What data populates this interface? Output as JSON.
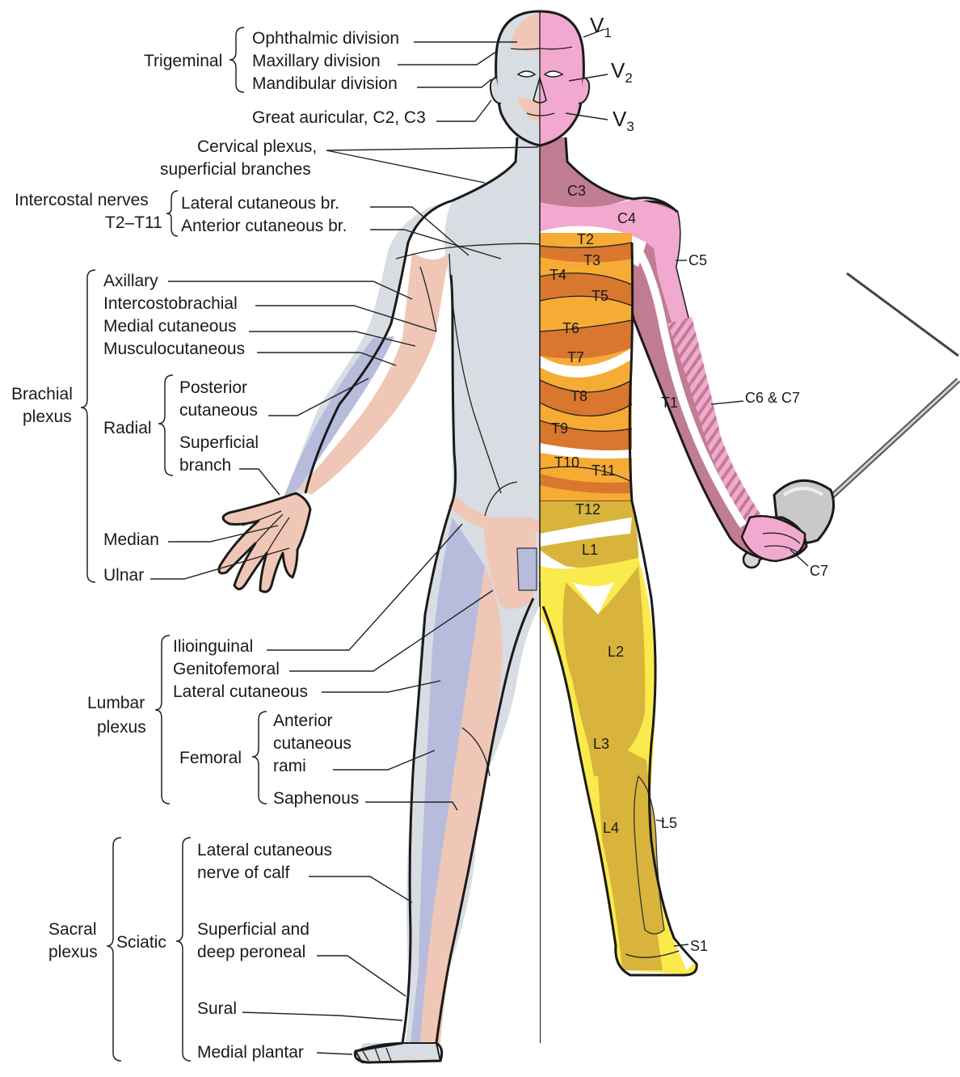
{
  "colors": {
    "gray": "#d7dde2",
    "peach": "#f0c7b6",
    "lavender": "#b7bcdc",
    "pink": "#f1a9cf",
    "mauve": "#c07d92",
    "orange_dark": "#d9772f",
    "orange_light": "#f6ab35",
    "yellow": "#fbea4c",
    "mustard": "#d8b43c"
  },
  "groups": {
    "trigeminal": "Trigeminal",
    "intercostal_line1": "Intercostal nerves",
    "intercostal_line2": "T2–T11",
    "brachial_line1": "Brachial",
    "brachial_line2": "plexus",
    "radial": "Radial",
    "lumbar_line1": "Lumbar",
    "lumbar_line2": "plexus",
    "femoral": "Femoral",
    "sacral_line1": "Sacral",
    "sacral_line2": "plexus",
    "sciatic": "Sciatic"
  },
  "labels": {
    "ophthalmic": "Ophthalmic division",
    "maxillary": "Maxillary division",
    "mandibular": "Mandibular division",
    "great_auricular": "Great auricular, C2, C3",
    "cervical_line1": "Cervical plexus,",
    "cervical_line2": "superficial branches",
    "lateral_cutaneous_br": "Lateral cutaneous br.",
    "anterior_cutaneous_br": "Anterior cutaneous br.",
    "axillary": "Axillary",
    "intercostobrachial": "Intercostobrachial",
    "medial_cutaneous": "Medial cutaneous",
    "musculocutaneous": "Musculocutaneous",
    "posterior_line1": "Posterior",
    "posterior_line2": "cutaneous",
    "superficial_line1": "Superficial",
    "superficial_line2": "branch",
    "median": "Median",
    "ulnar": "Ulnar",
    "ilioinguinal": "Ilioinguinal",
    "genitofemoral": "Genitofemoral",
    "lateral_cutaneous": "Lateral cutaneous",
    "anterior_line1": "Anterior",
    "anterior_line2": "cutaneous",
    "anterior_line3": "rami",
    "saphenous": "Saphenous",
    "calf_line1": "Lateral cutaneous",
    "calf_line2": "nerve of calf",
    "peroneal_line1": "Superficial and",
    "peroneal_line2": "deep peroneal",
    "sural": "Sural",
    "medial_plantar": "Medial plantar"
  },
  "dermatomes": {
    "v": "V",
    "v1_sub": "1",
    "v2_sub": "2",
    "v3_sub": "3",
    "c3": "C3",
    "c4": "C4",
    "c5": "C5",
    "c6c7": "C6 & C7",
    "c7": "C7",
    "t1": "T1",
    "t2": "T2",
    "t3": "T3",
    "t4": "T4",
    "t5": "T5",
    "t6": "T6",
    "t7": "T7",
    "t8": "T8",
    "t9": "T9",
    "t10": "T10",
    "t11": "T11",
    "t12": "T12",
    "l1": "L1",
    "l2": "L2",
    "l3": "L3",
    "l4": "L4",
    "l5": "L5",
    "s1": "S1"
  }
}
